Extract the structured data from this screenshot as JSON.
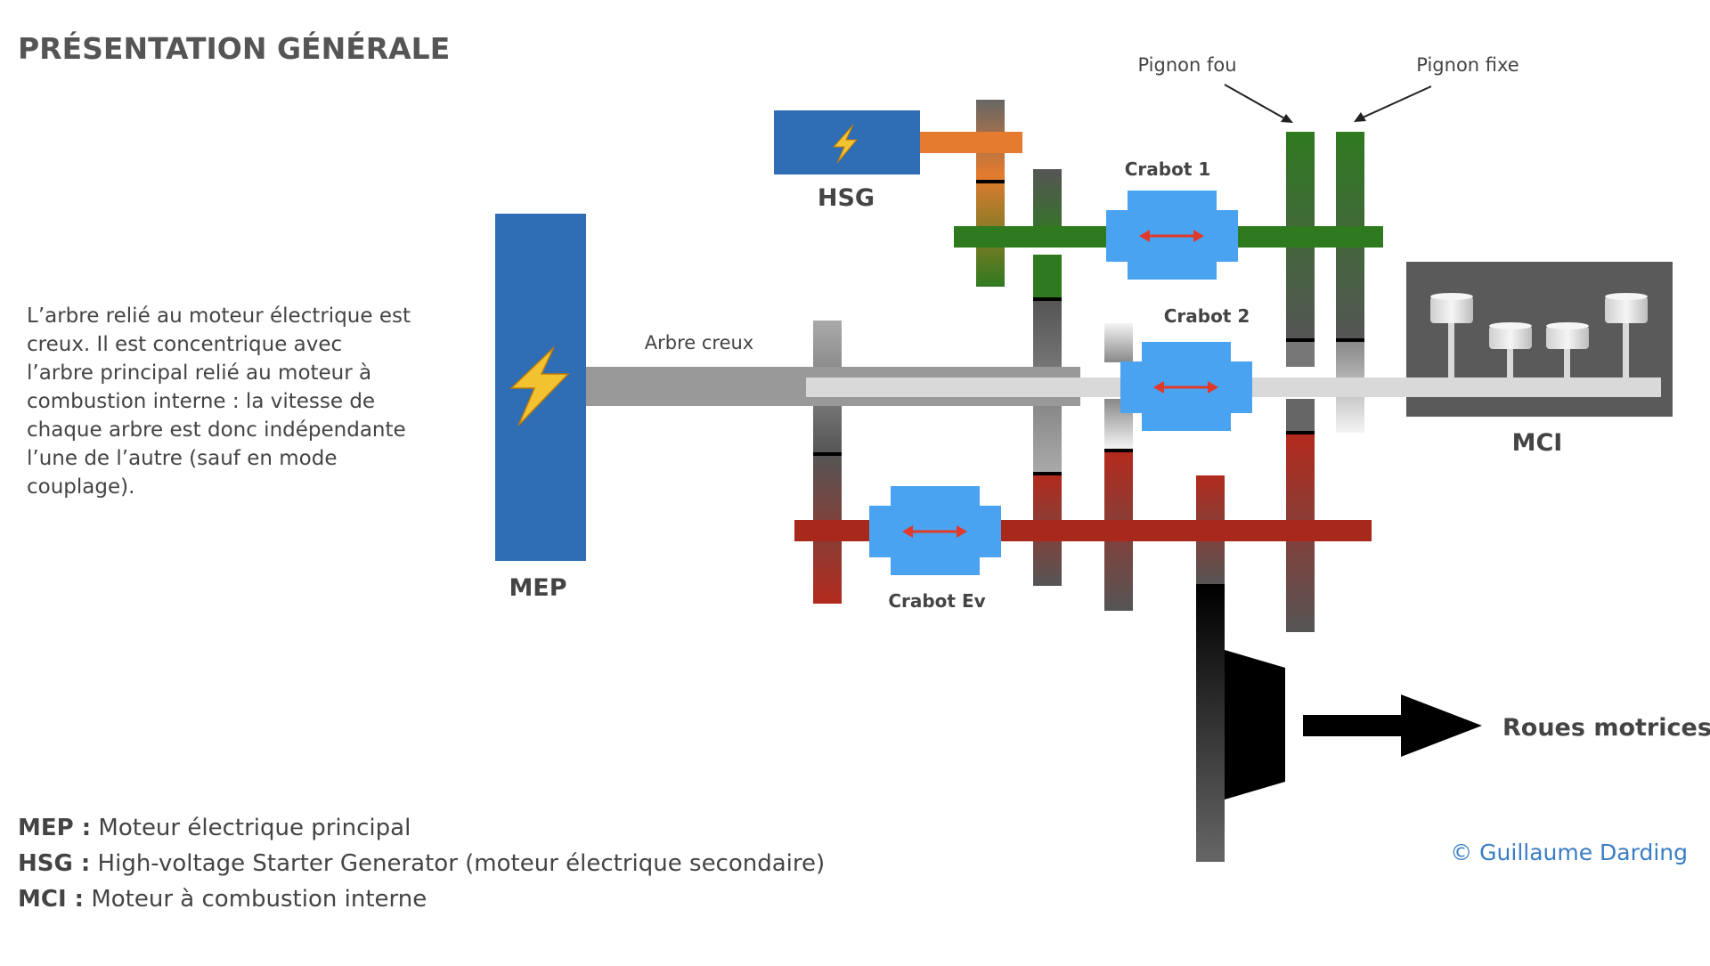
{
  "title": "PRÉSENTATION GÉNÉRALE",
  "description": [
    "L’arbre relié au moteur électrique est",
    "creux. Il est concentrique avec",
    "l’arbre principal relié au moteur à",
    "combustion interne : la vitesse de",
    "chaque arbre est donc indépendante",
    "l’une de l’autre (sauf en mode",
    "couplage)."
  ],
  "labels": {
    "pignon_fou": "Pignon fou",
    "pignon_fixe": "Pignon fixe",
    "crabot1": "Crabot 1",
    "crabot2": "Crabot 2",
    "crabot_ev": "Crabot Ev",
    "arbre_creux": "Arbre creux",
    "hsg": "HSG",
    "mep": "MEP",
    "mci": "MCI",
    "roues": "Roues motrices"
  },
  "legend": [
    {
      "key": "MEP :",
      "value": " Moteur électrique principal"
    },
    {
      "key": "HSG :",
      "value": " High-voltage Starter Generator (moteur électrique secondaire)"
    },
    {
      "key": "MCI :",
      "value": " Moteur à combustion interne"
    }
  ],
  "copyright": "© Guillaume Darding",
  "colors": {
    "motor_blue": "#2f6db5",
    "hsg_orange": "#e47b2e",
    "green_shaft": "#2f7a1f",
    "red_shaft": "#a8281c",
    "hollow_shaft": "#999999",
    "main_shaft": "#d9d9d9",
    "crabot_blue": "#4aa3f0",
    "arrow_red": "#e03a2a",
    "mci_box": "#5a5a5a"
  },
  "icons": [
    "lightning-icon"
  ]
}
